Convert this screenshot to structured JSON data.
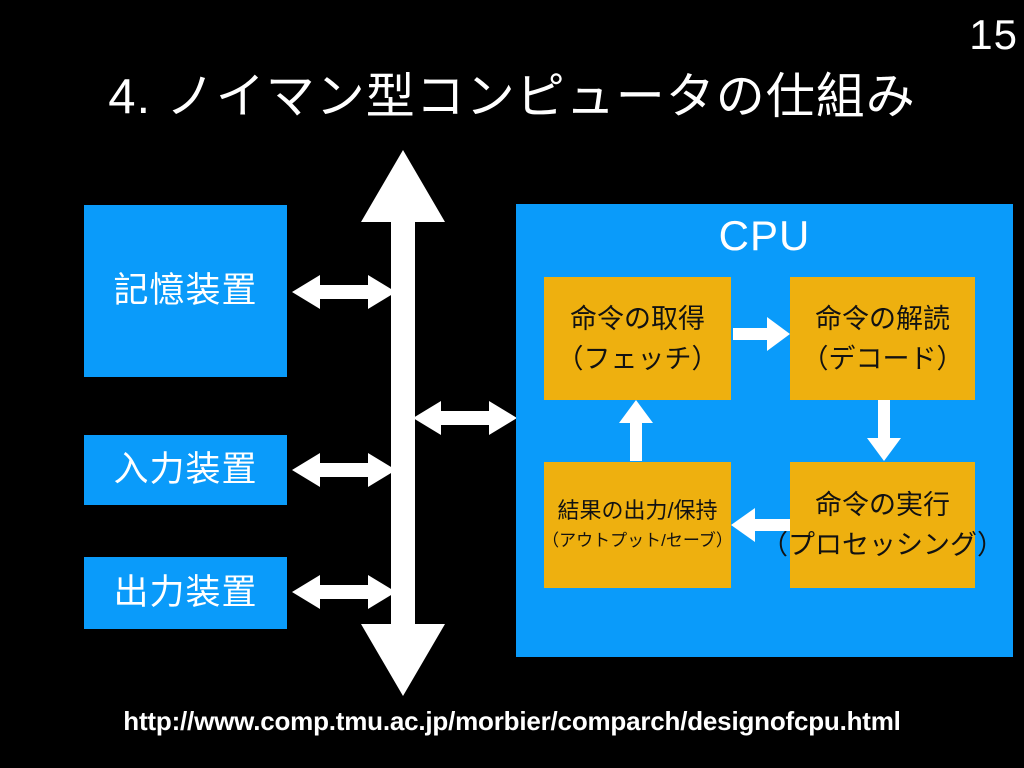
{
  "slide": {
    "page_number": "15",
    "title": "4. ノイマン型コンピュータの仕組み",
    "footer_url": "http://www.comp.tmu.ac.jp/morbier/comparch/designofcpu.html",
    "background_color": "#000000"
  },
  "colors": {
    "blue": "#0a9bfa",
    "orange": "#eeb00f",
    "arrow": "#ffffff",
    "text_light": "#ffffff",
    "text_dark": "#121212"
  },
  "left_units": [
    {
      "label": "記憶装置"
    },
    {
      "label": "入力装置"
    },
    {
      "label": "出力装置"
    }
  ],
  "cpu": {
    "title": "CPU",
    "stages": [
      {
        "line1": "命令の取得",
        "line2": "（フェッチ）"
      },
      {
        "line1": "命令の解読",
        "line2": "（デコード）"
      },
      {
        "line1": "結果の出力/保持",
        "line2": "（アウトプット/セーブ）"
      },
      {
        "line1": "命令の実行",
        "line2": "（プロセッシング）"
      }
    ]
  },
  "arrows": {
    "bus_vertical": "double-headed-vertical-arrow",
    "bus_to_cpu": "double-headed-horizontal-arrow",
    "memory_to_bus": "double-headed-horizontal-arrow",
    "input_to_bus": "double-headed-horizontal-arrow",
    "output_to_bus": "double-headed-horizontal-arrow",
    "fetch_to_decode": "right-arrow",
    "decode_to_execute": "down-arrow",
    "execute_to_save": "left-arrow",
    "save_to_fetch": "up-arrow"
  }
}
